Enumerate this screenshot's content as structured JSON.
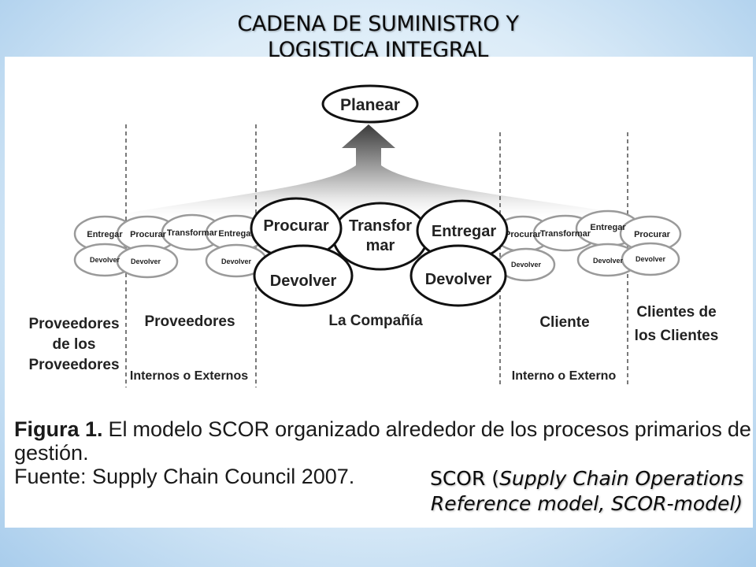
{
  "title": {
    "line1": "CADENA DE SUMINISTRO Y",
    "line2": "LOGISTICA INTEGRAL"
  },
  "diagram": {
    "top_process": "Planear",
    "company_processes": {
      "procure": "Procurar",
      "transform_line1": "Transfor",
      "transform_line2": "mar",
      "deliver": "Entregar",
      "return_left": "Devolver",
      "return_right": "Devolver"
    },
    "small_processes": {
      "entregar_1": "Entregar",
      "procurar_1": "Procurar",
      "transformar_1": "Transformar",
      "entregar_2": "Entregar",
      "devolver_1": "Devolver",
      "devolver_2": "Devolver",
      "devolver_3": "Devolver",
      "procurar_2": "Procurar",
      "transformar_2": "Transformar",
      "entregar_3": "Entregar",
      "procurar_3": "Procurar",
      "devolver_4": "Devolver",
      "devolver_5": "Devolver",
      "devolver_6": "Devolver"
    },
    "labels": {
      "suppliers_of_suppliers_1": "Proveedores",
      "suppliers_of_suppliers_2": "de los",
      "suppliers_of_suppliers_3": "Proveedores",
      "suppliers": "Proveedores",
      "suppliers_sub": "Internos o Externos",
      "company": "La Compañía",
      "client": "Cliente",
      "client_sub": "Interno o Externo",
      "clients_of_clients_1": "Clientes de",
      "clients_of_clients_2": "los Clientes"
    }
  },
  "caption": {
    "figure_label": "Figura 1.",
    "words": [
      "El",
      "modelo",
      "SCOR",
      "organizado",
      "alrededor",
      "de",
      "los",
      "procesos",
      "primarios",
      "de"
    ],
    "line2": "gestión.",
    "line3": "Fuente: Supply Chain Council 2007."
  },
  "scor_note": {
    "prefix": "SCOR (",
    "italic_1": "Supply Chain Operations",
    "italic_2": "Reference model, SCOR-model)"
  }
}
